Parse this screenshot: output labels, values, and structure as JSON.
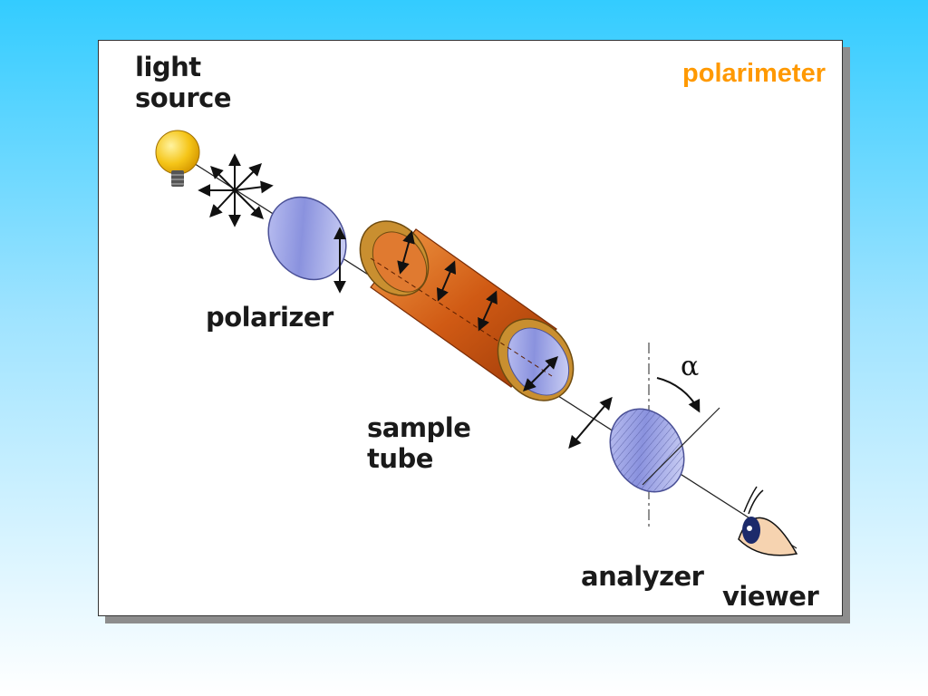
{
  "title": "polarimeter",
  "labels": {
    "light_source": [
      "light",
      "source"
    ],
    "polarizer": "polarizer",
    "sample_tube": [
      "sample",
      "tube"
    ],
    "analyzer": "analyzer",
    "viewer": "viewer",
    "angle": "α"
  },
  "colors": {
    "title": "#ff9900",
    "tube": "#d9651f",
    "tube_rim": "#b8892a",
    "lens": "#9ea6e8",
    "bulb": "#f5c518",
    "background_top": "#33ccff"
  }
}
